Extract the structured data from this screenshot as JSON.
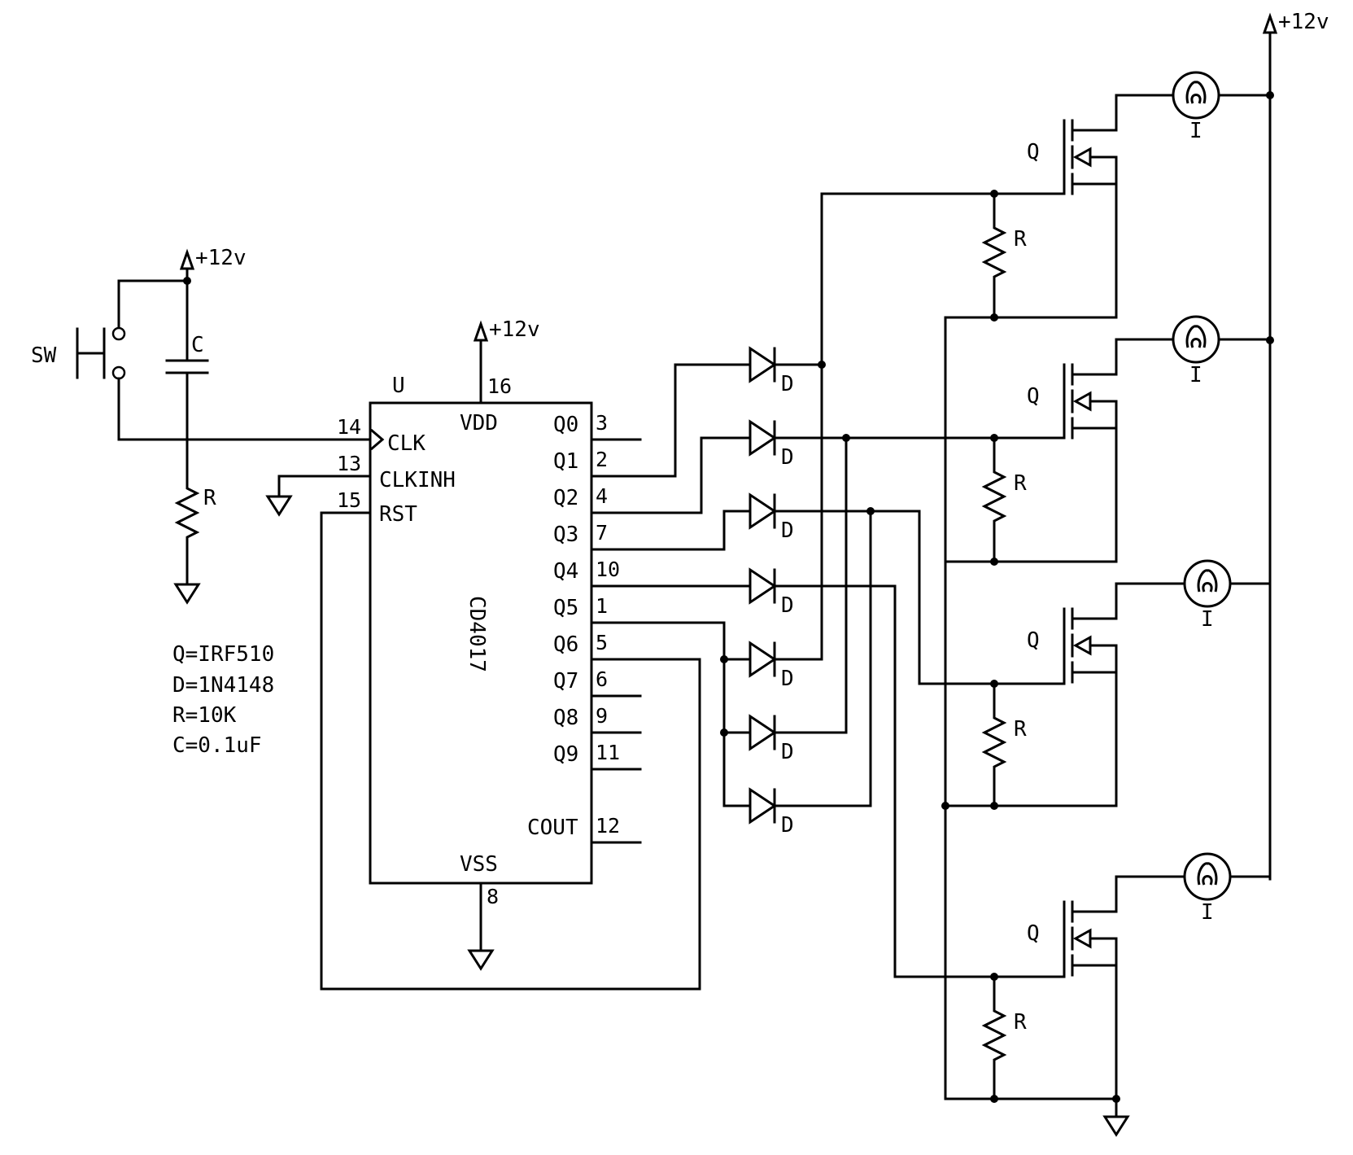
{
  "power": {
    "vcc": "+12v"
  },
  "switch": {
    "label": "SW"
  },
  "capacitor": {
    "label": "C"
  },
  "input_resistor": {
    "label": "R"
  },
  "ic": {
    "ref": "U",
    "part": "CD4017",
    "vdd_label": "VDD",
    "vdd_pin": "16",
    "vss_label": "VSS",
    "vss_pin": "8",
    "left_pins": [
      {
        "num": "14",
        "name": "CLK"
      },
      {
        "num": "13",
        "name": "CLKINH"
      },
      {
        "num": "15",
        "name": "RST"
      }
    ],
    "right_pins": [
      {
        "name": "Q0",
        "num": "3"
      },
      {
        "name": "Q1",
        "num": "2"
      },
      {
        "name": "Q2",
        "num": "4"
      },
      {
        "name": "Q3",
        "num": "7"
      },
      {
        "name": "Q4",
        "num": "10"
      },
      {
        "name": "Q5",
        "num": "1"
      },
      {
        "name": "Q6",
        "num": "5"
      },
      {
        "name": "Q7",
        "num": "6"
      },
      {
        "name": "Q8",
        "num": "9"
      },
      {
        "name": "Q9",
        "num": "11"
      },
      {
        "name": "COUT",
        "num": "12"
      }
    ]
  },
  "diode_label": "D",
  "mosfet_label": "Q",
  "resistor_label": "R",
  "lamp_label": "I",
  "bom": [
    "Q=IRF510",
    "D=1N4148",
    "R=10K",
    "C=0.1uF"
  ]
}
